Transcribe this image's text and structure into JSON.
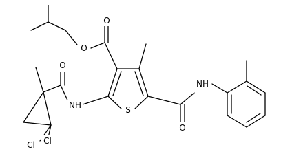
{
  "atoms": {
    "ester_carbonyl_o": "O",
    "ester_o": "O",
    "left_amide_o": "O",
    "left_nh": "NH",
    "sulfur": "S",
    "right_amide_o": "O",
    "right_nh": "NH",
    "cl_1": "Cl",
    "cl_2": "Cl"
  }
}
